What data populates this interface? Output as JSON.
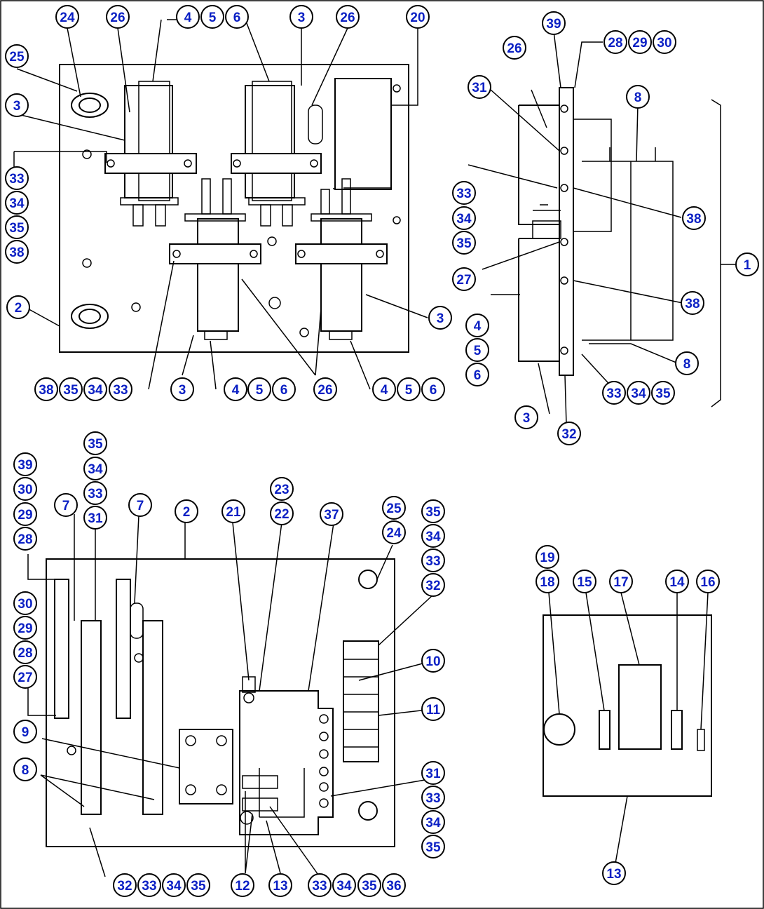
{
  "callouts": [
    {
      "id": "c1",
      "label": "24"
    },
    {
      "id": "c2",
      "label": "26"
    },
    {
      "id": "c3",
      "label": "4"
    },
    {
      "id": "c4",
      "label": "5"
    },
    {
      "id": "c5",
      "label": "6"
    },
    {
      "id": "c6",
      "label": "3"
    },
    {
      "id": "c7",
      "label": "26"
    },
    {
      "id": "c8",
      "label": "20"
    },
    {
      "id": "c9",
      "label": "25"
    },
    {
      "id": "c10",
      "label": "3"
    },
    {
      "id": "c11",
      "label": "33"
    },
    {
      "id": "c12",
      "label": "34"
    },
    {
      "id": "c13",
      "label": "35"
    },
    {
      "id": "c14",
      "label": "38"
    },
    {
      "id": "c15",
      "label": "2"
    },
    {
      "id": "c16",
      "label": "3"
    },
    {
      "id": "c17",
      "label": "38"
    },
    {
      "id": "c18",
      "label": "35"
    },
    {
      "id": "c19",
      "label": "34"
    },
    {
      "id": "c20",
      "label": "33"
    },
    {
      "id": "c21",
      "label": "3"
    },
    {
      "id": "c22",
      "label": "4"
    },
    {
      "id": "c23",
      "label": "5"
    },
    {
      "id": "c24",
      "label": "6"
    },
    {
      "id": "c25",
      "label": "26"
    },
    {
      "id": "c26",
      "label": "4"
    },
    {
      "id": "c27",
      "label": "5"
    },
    {
      "id": "c28",
      "label": "6"
    },
    {
      "id": "c29",
      "label": "39"
    },
    {
      "id": "c30",
      "label": "28"
    },
    {
      "id": "c31",
      "label": "29"
    },
    {
      "id": "c32",
      "label": "30"
    },
    {
      "id": "c33",
      "label": "26"
    },
    {
      "id": "c34",
      "label": "31"
    },
    {
      "id": "c35",
      "label": "8"
    },
    {
      "id": "c36",
      "label": "33"
    },
    {
      "id": "c37",
      "label": "34"
    },
    {
      "id": "c38",
      "label": "35"
    },
    {
      "id": "c39",
      "label": "38"
    },
    {
      "id": "c40",
      "label": "27"
    },
    {
      "id": "c41",
      "label": "1"
    },
    {
      "id": "c42",
      "label": "38"
    },
    {
      "id": "c43",
      "label": "4"
    },
    {
      "id": "c44",
      "label": "5"
    },
    {
      "id": "c45",
      "label": "6"
    },
    {
      "id": "c46",
      "label": "8"
    },
    {
      "id": "c47",
      "label": "33"
    },
    {
      "id": "c48",
      "label": "34"
    },
    {
      "id": "c49",
      "label": "35"
    },
    {
      "id": "c50",
      "label": "3"
    },
    {
      "id": "c51",
      "label": "32"
    },
    {
      "id": "c52",
      "label": "35"
    },
    {
      "id": "c53",
      "label": "34"
    },
    {
      "id": "c54",
      "label": "33"
    },
    {
      "id": "c55",
      "label": "31"
    },
    {
      "id": "c56",
      "label": "39"
    },
    {
      "id": "c57",
      "label": "30"
    },
    {
      "id": "c58",
      "label": "29"
    },
    {
      "id": "c59",
      "label": "28"
    },
    {
      "id": "c60",
      "label": "7"
    },
    {
      "id": "c61",
      "label": "7"
    },
    {
      "id": "c62",
      "label": "2"
    },
    {
      "id": "c63",
      "label": "21"
    },
    {
      "id": "c64",
      "label": "23"
    },
    {
      "id": "c65",
      "label": "22"
    },
    {
      "id": "c66",
      "label": "37"
    },
    {
      "id": "c67",
      "label": "25"
    },
    {
      "id": "c68",
      "label": "24"
    },
    {
      "id": "c69",
      "label": "35"
    },
    {
      "id": "c70",
      "label": "34"
    },
    {
      "id": "c71",
      "label": "33"
    },
    {
      "id": "c72",
      "label": "32"
    },
    {
      "id": "c73",
      "label": "30"
    },
    {
      "id": "c74",
      "label": "29"
    },
    {
      "id": "c75",
      "label": "28"
    },
    {
      "id": "c76",
      "label": "27"
    },
    {
      "id": "c77",
      "label": "10"
    },
    {
      "id": "c78",
      "label": "11"
    },
    {
      "id": "c79",
      "label": "9"
    },
    {
      "id": "c80",
      "label": "8"
    },
    {
      "id": "c81",
      "label": "31"
    },
    {
      "id": "c82",
      "label": "33"
    },
    {
      "id": "c83",
      "label": "34"
    },
    {
      "id": "c84",
      "label": "35"
    },
    {
      "id": "c85",
      "label": "32"
    },
    {
      "id": "c86",
      "label": "33"
    },
    {
      "id": "c87",
      "label": "34"
    },
    {
      "id": "c88",
      "label": "35"
    },
    {
      "id": "c89",
      "label": "12"
    },
    {
      "id": "c90",
      "label": "13"
    },
    {
      "id": "c91",
      "label": "33"
    },
    {
      "id": "c92",
      "label": "34"
    },
    {
      "id": "c93",
      "label": "35"
    },
    {
      "id": "c94",
      "label": "36"
    },
    {
      "id": "c95",
      "label": "19"
    },
    {
      "id": "c96",
      "label": "18"
    },
    {
      "id": "c97",
      "label": "15"
    },
    {
      "id": "c98",
      "label": "17"
    },
    {
      "id": "c99",
      "label": "14"
    },
    {
      "id": "c100",
      "label": "16"
    },
    {
      "id": "c101",
      "label": "13"
    }
  ],
  "colors": {
    "callout_text": "#0a1fc4",
    "line": "#000000",
    "background": "#ffffff"
  }
}
